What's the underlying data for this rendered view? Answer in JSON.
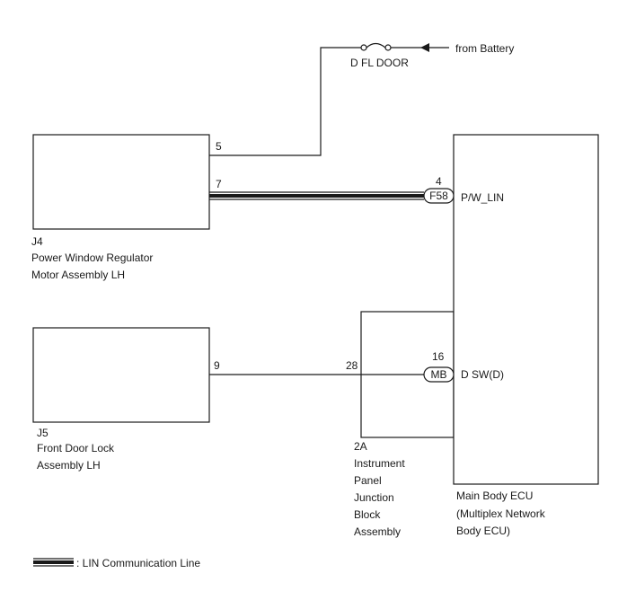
{
  "battery": {
    "label": "from Battery"
  },
  "fuse": {
    "label": "D FL DOOR"
  },
  "components": {
    "j4": {
      "code": "J4",
      "name_line1": "Power Window Regulator",
      "name_line2": "Motor Assembly LH",
      "pins": {
        "power": "5",
        "lin": "7"
      }
    },
    "j5": {
      "code": "J5",
      "name_line1": "Front Door Lock",
      "name_line2": "Assembly LH",
      "pins": {
        "signal": "9"
      }
    },
    "junction_block": {
      "code": "2A",
      "name_lines": [
        "Instrument",
        "Panel",
        "Junction",
        "Block",
        "Assembly"
      ],
      "pin": "28"
    },
    "ecu": {
      "name_line1": "Main Body ECU",
      "name_line2": "(Multiplex Network",
      "name_line3": "Body ECU)",
      "connectors": {
        "lin": {
          "connector": "F58",
          "pin": "4",
          "signal": "P/W_LIN"
        },
        "door": {
          "connector": "MB",
          "pin": "16",
          "signal": "D SW(D)"
        }
      }
    }
  },
  "legend": {
    "label": ": LIN Communication Line"
  }
}
